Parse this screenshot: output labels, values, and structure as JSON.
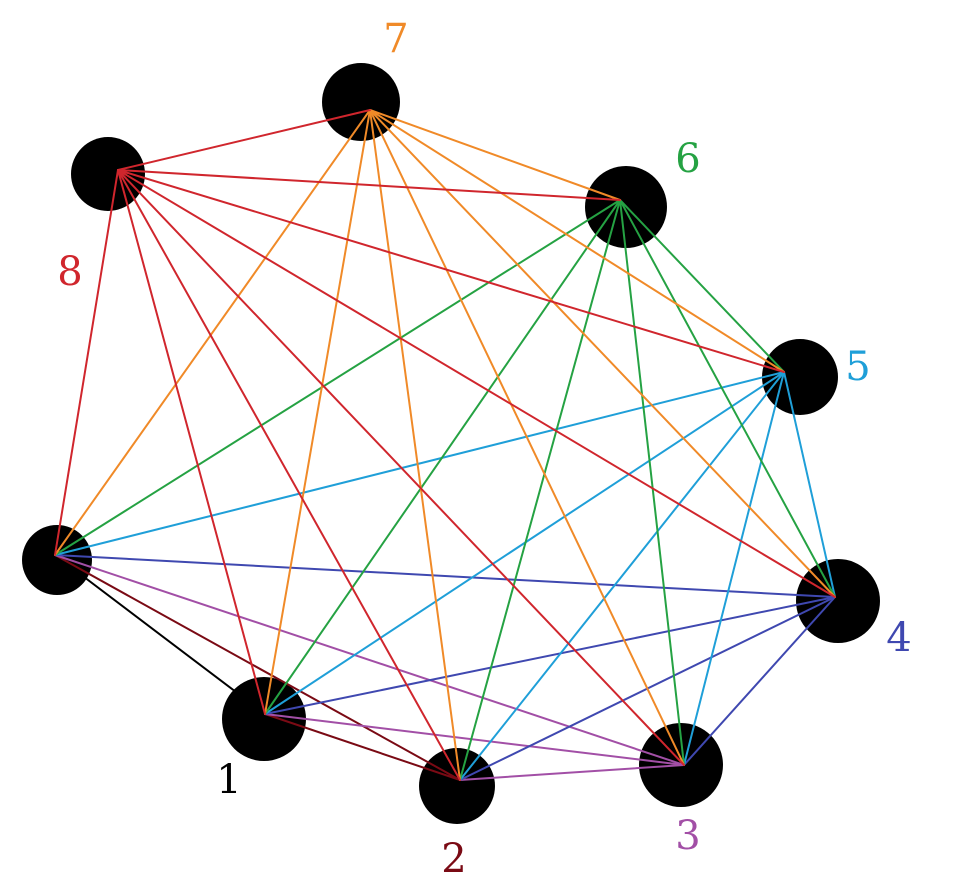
{
  "graph": {
    "node_color": "#000000",
    "nodes": [
      {
        "id": "0",
        "label": "",
        "label_color": "#000000"
      },
      {
        "id": "1",
        "label": "1",
        "label_color": "#000000"
      },
      {
        "id": "2",
        "label": "2",
        "label_color": "#7a0a14"
      },
      {
        "id": "3",
        "label": "3",
        "label_color": "#a24fa6"
      },
      {
        "id": "4",
        "label": "4",
        "label_color": "#3f48b0"
      },
      {
        "id": "5",
        "label": "5",
        "label_color": "#1f9fd8"
      },
      {
        "id": "6",
        "label": "6",
        "label_color": "#25a243"
      },
      {
        "id": "7",
        "label": "7",
        "label_color": "#f08a28"
      },
      {
        "id": "8",
        "label": "8",
        "label_color": "#d0262d"
      }
    ],
    "edges": [
      {
        "from": "0",
        "to": "1",
        "color": "#000000"
      },
      {
        "from": "2",
        "to": "0",
        "color": "#7a0a14"
      },
      {
        "from": "2",
        "to": "1",
        "color": "#7a0a14"
      },
      {
        "from": "3",
        "to": "0",
        "color": "#a24fa6"
      },
      {
        "from": "3",
        "to": "1",
        "color": "#a24fa6"
      },
      {
        "from": "3",
        "to": "2",
        "color": "#a24fa6"
      },
      {
        "from": "4",
        "to": "0",
        "color": "#3f48b0"
      },
      {
        "from": "4",
        "to": "1",
        "color": "#3f48b0"
      },
      {
        "from": "4",
        "to": "2",
        "color": "#3f48b0"
      },
      {
        "from": "4",
        "to": "3",
        "color": "#3f48b0"
      },
      {
        "from": "5",
        "to": "0",
        "color": "#1f9fd8"
      },
      {
        "from": "5",
        "to": "1",
        "color": "#1f9fd8"
      },
      {
        "from": "5",
        "to": "2",
        "color": "#1f9fd8"
      },
      {
        "from": "5",
        "to": "3",
        "color": "#1f9fd8"
      },
      {
        "from": "5",
        "to": "4",
        "color": "#1f9fd8"
      },
      {
        "from": "6",
        "to": "0",
        "color": "#25a243"
      },
      {
        "from": "6",
        "to": "1",
        "color": "#25a243"
      },
      {
        "from": "6",
        "to": "2",
        "color": "#25a243"
      },
      {
        "from": "6",
        "to": "3",
        "color": "#25a243"
      },
      {
        "from": "6",
        "to": "4",
        "color": "#25a243"
      },
      {
        "from": "6",
        "to": "5",
        "color": "#25a243"
      },
      {
        "from": "7",
        "to": "0",
        "color": "#f08a28"
      },
      {
        "from": "7",
        "to": "1",
        "color": "#f08a28"
      },
      {
        "from": "7",
        "to": "2",
        "color": "#f08a28"
      },
      {
        "from": "7",
        "to": "3",
        "color": "#f08a28"
      },
      {
        "from": "7",
        "to": "4",
        "color": "#f08a28"
      },
      {
        "from": "7",
        "to": "5",
        "color": "#f08a28"
      },
      {
        "from": "7",
        "to": "6",
        "color": "#f08a28"
      },
      {
        "from": "8",
        "to": "0",
        "color": "#d0262d"
      },
      {
        "from": "8",
        "to": "1",
        "color": "#d0262d"
      },
      {
        "from": "8",
        "to": "2",
        "color": "#d0262d"
      },
      {
        "from": "8",
        "to": "3",
        "color": "#d0262d"
      },
      {
        "from": "8",
        "to": "4",
        "color": "#d0262d"
      },
      {
        "from": "8",
        "to": "5",
        "color": "#d0262d"
      },
      {
        "from": "8",
        "to": "6",
        "color": "#d0262d"
      },
      {
        "from": "8",
        "to": "7",
        "color": "#d0262d"
      }
    ]
  }
}
